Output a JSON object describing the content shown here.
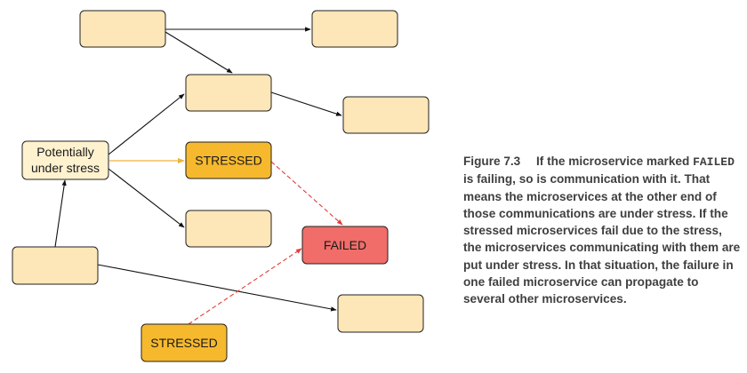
{
  "diagram": {
    "nodes": {
      "potentially_under_stress": {
        "line1": "Potentially",
        "line2": "under stress"
      },
      "stressed_middle": {
        "label": "STRESSED"
      },
      "stressed_bottom": {
        "label": "STRESSED"
      },
      "failed": {
        "label": "FAILED"
      }
    },
    "colors": {
      "plain_fill": "#fde6b7",
      "potentially_fill": "#fff2cf",
      "stressed_fill": "#f6b92d",
      "failed_fill": "#f06d6a",
      "plain_edge": "#111111",
      "stress_edge": "#f0b33a",
      "failed_edge": "#e23b3b"
    }
  },
  "caption": {
    "figure_label": "Figure 7.3",
    "text_before_code": "If the microservice marked",
    "code": "FAILED",
    "text_after_code": "is failing, so is communication with it. That means the microservices at the other end of those communications are under stress. If the stressed microservices fail due to the stress, the microservices communicating with them are put under stress. In that situation, the failure in one failed microservice can propagate to several other microservices."
  }
}
